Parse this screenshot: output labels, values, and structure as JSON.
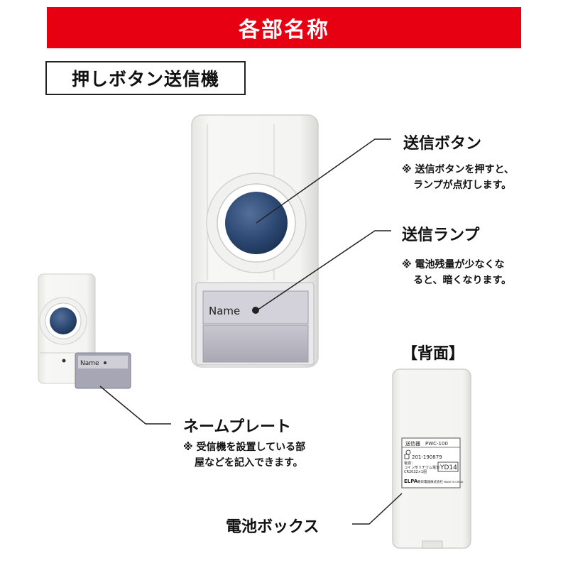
{
  "header": {
    "title": "各部名称",
    "color": "#e60012"
  },
  "section": {
    "title": "押しボタン送信機"
  },
  "back_label": "【背面】",
  "device": {
    "name_plate_text": "Name",
    "small_name_plate_text": "Name"
  },
  "parts": {
    "send_button": {
      "label": "送信ボタン",
      "note_line1": "※ 送信ボタンを押すと、",
      "note_line2": "ランプが点灯します。"
    },
    "send_lamp": {
      "label": "送信ランプ",
      "note_line1": "※ 電池残量が少なくな",
      "note_line2": "ると、暗くなります。"
    },
    "name_plate": {
      "label": "ネームプレート",
      "note_line1": "※ 受信機を設置している部",
      "note_line2": "屋などを記入できます。"
    },
    "battery_box": {
      "label": "電池ボックス"
    }
  },
  "back_sticker": {
    "title": "送信器　PWC-100",
    "cert_number": "201-190879",
    "battery_line1": "電源：",
    "battery_line2": "コイン形リチウム電池",
    "battery_line3": "CR2032×1個",
    "model_code": "YD14",
    "brand": "ELPA",
    "maker": "朝日電器株式会社",
    "origin": "MADE IN CHINA"
  }
}
